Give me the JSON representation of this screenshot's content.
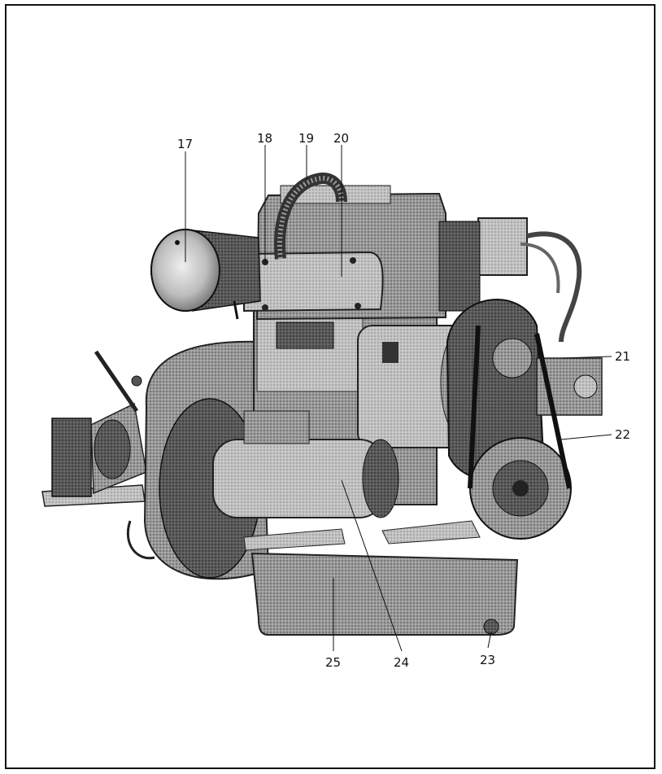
{
  "figure": {
    "callouts": [
      {
        "id": "c17",
        "text": "17"
      },
      {
        "id": "c18",
        "text": "18"
      },
      {
        "id": "c19",
        "text": "19"
      },
      {
        "id": "c20",
        "text": "20"
      },
      {
        "id": "c21",
        "text": "21"
      },
      {
        "id": "c22",
        "text": "22"
      },
      {
        "id": "c23",
        "text": "23"
      },
      {
        "id": "c24",
        "text": "24"
      },
      {
        "id": "c25",
        "text": "25"
      }
    ],
    "colors": {
      "ink": "#111111",
      "metal_dark": "#4a4a4a",
      "metal_mid": "#8a8a8a",
      "metal_light": "#c9c9c9",
      "paper": "#ffffff"
    }
  }
}
